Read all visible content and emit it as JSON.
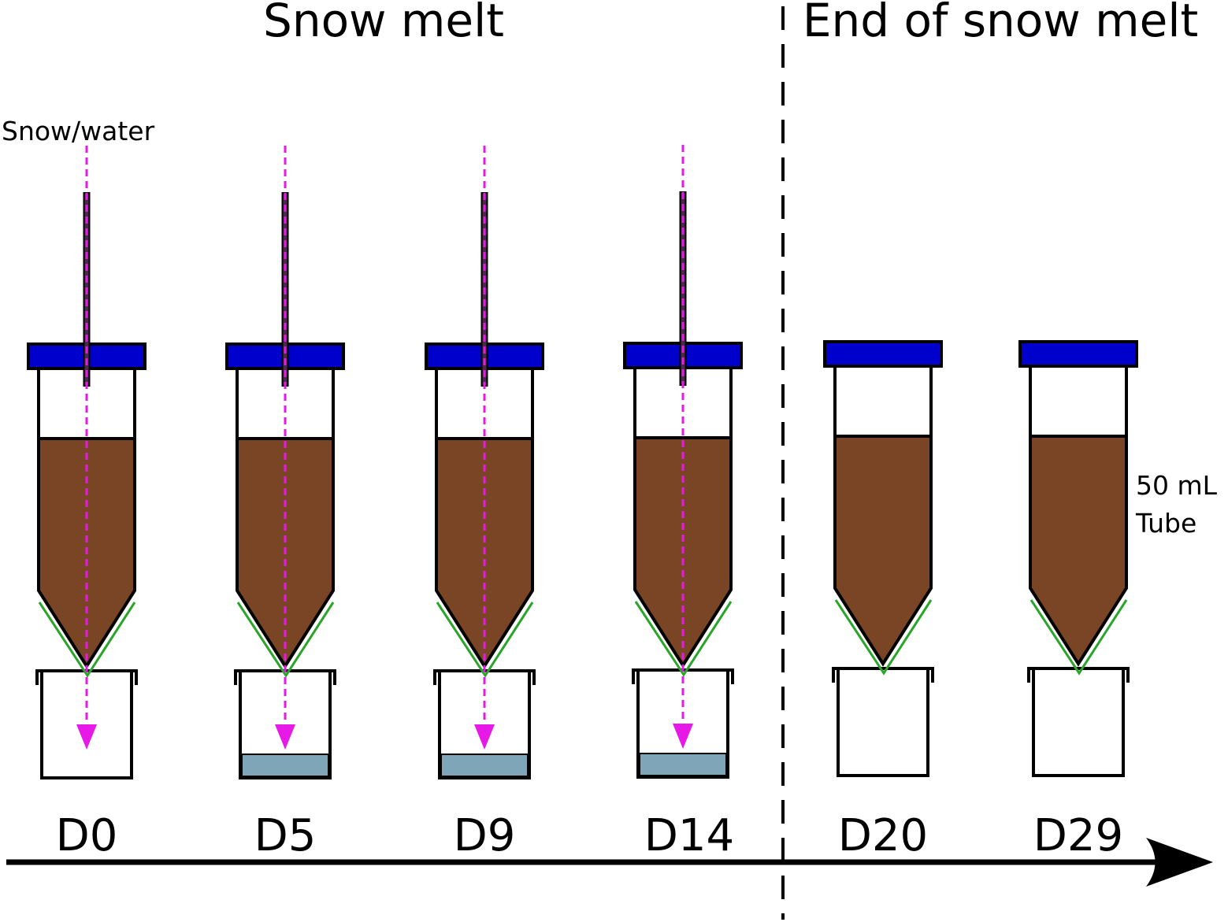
{
  "headings": {
    "snow_melt": "Snow melt",
    "end_of_snow_melt": "End of snow melt"
  },
  "labels": {
    "input": "Snow/water",
    "tube_line1": "50 mL",
    "tube_line2": "Tube"
  },
  "timepoints": [
    {
      "day": "D0",
      "phase": "snow_melt",
      "needle": true,
      "collected_water": false
    },
    {
      "day": "D5",
      "phase": "snow_melt",
      "needle": true,
      "collected_water": true
    },
    {
      "day": "D9",
      "phase": "snow_melt",
      "needle": true,
      "collected_water": true
    },
    {
      "day": "D14",
      "phase": "snow_melt",
      "needle": true,
      "collected_water": true
    },
    {
      "day": "D20",
      "phase": "end_of_snow_melt",
      "needle": false,
      "collected_water": false
    },
    {
      "day": "D29",
      "phase": "end_of_snow_melt",
      "needle": false,
      "collected_water": false
    }
  ],
  "colors": {
    "cap": "#0000cc",
    "soil": "#7a4524",
    "needle_flow": "#e619e6",
    "filter_mesh": "#2aa52a",
    "collected_water": "#7ea6b8",
    "outline": "#000000"
  },
  "icons": {
    "timeline": "arrow-right-icon",
    "flow": "dashed-arrow-down-icon",
    "divider": "dashed-vertical-line"
  }
}
